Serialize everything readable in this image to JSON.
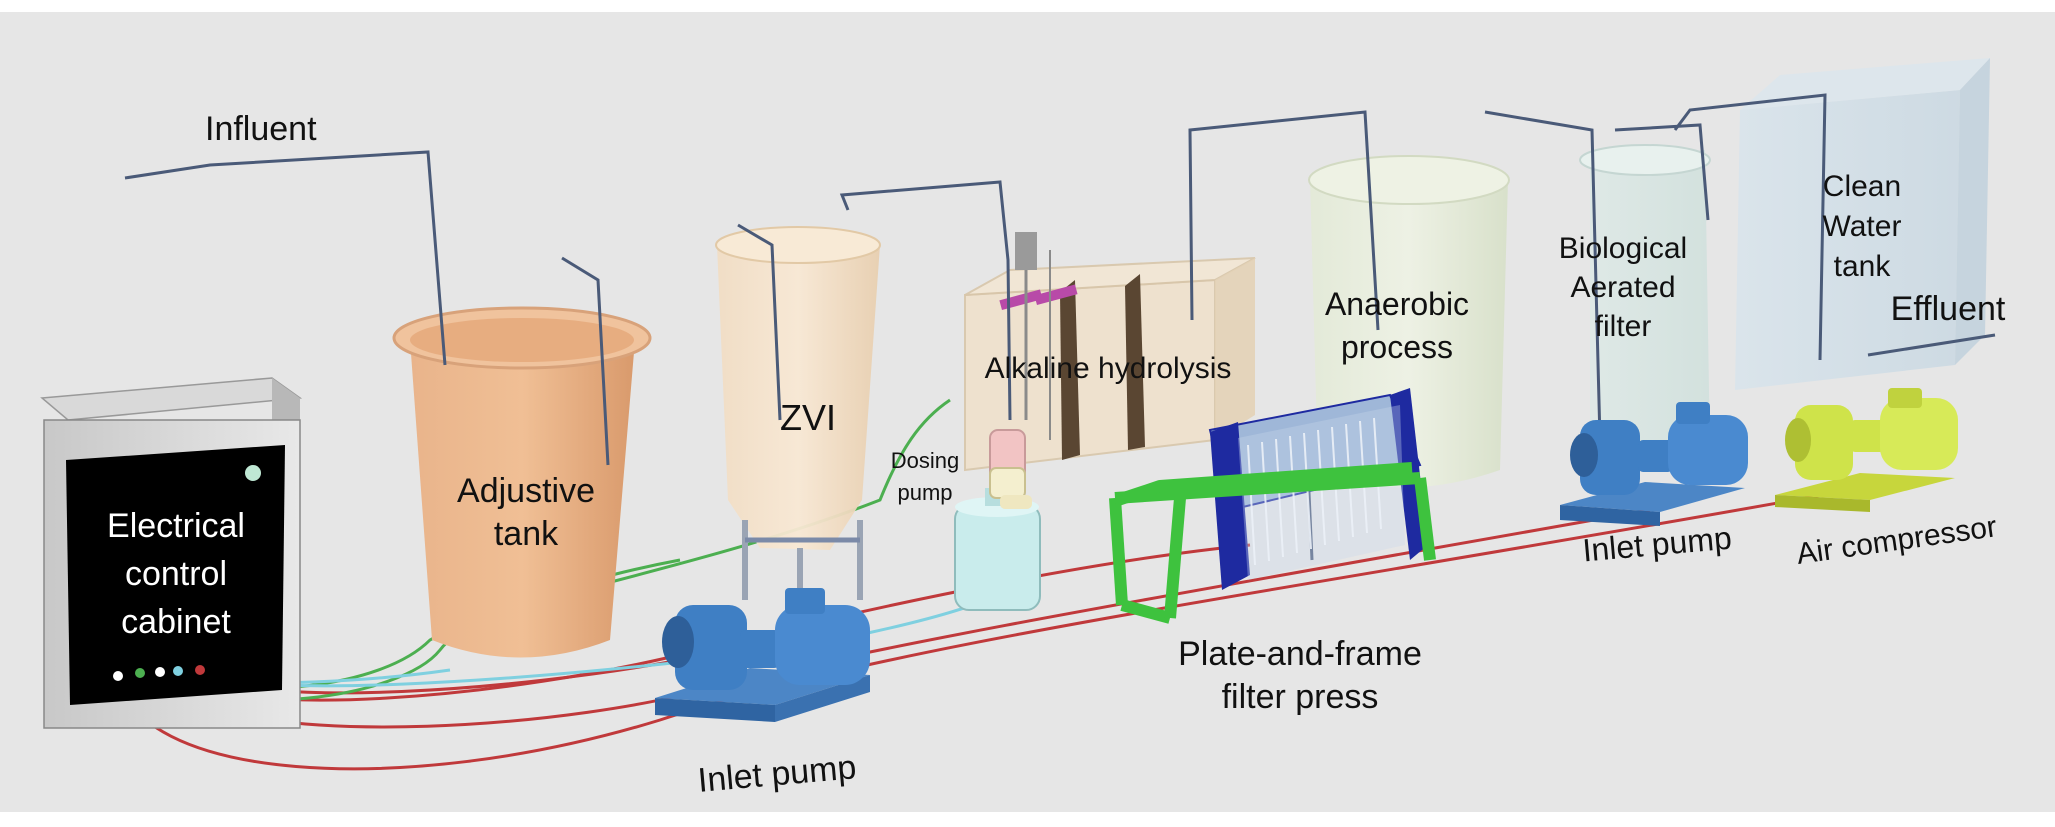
{
  "labels": {
    "influent": "Influent",
    "adjustive_tank_line1": "Adjustive",
    "adjustive_tank_line2": "tank",
    "zvi": "ZVI",
    "alkaline_hydrolysis": "Alkaline hydrolysis",
    "dosing_pump_line1": "Dosing",
    "dosing_pump_line2": "pump",
    "anaerobic_line1": "Anaerobic",
    "anaerobic_line2": "process",
    "baf_line1": "Biological",
    "baf_line2": "Aerated",
    "baf_line3": "filter",
    "clean_water_line1": "Clean",
    "clean_water_line2": "Water",
    "clean_water_line3": "tank",
    "effluent": "Effluent",
    "air_compressor": "Air compressor",
    "inlet_pump_1": "Inlet pump",
    "inlet_pump_2": "Inlet pump",
    "filter_press_line1": "Plate-and-frame",
    "filter_press_line2": "filter press",
    "cabinet_line1": "Electrical",
    "cabinet_line2": "control",
    "cabinet_line3": "cabinet"
  },
  "colors": {
    "background": "#e6e6e6",
    "adjustive_tank": "#e6a878",
    "zvi_tank": "#f3dcc0",
    "pump_blue": "#3f7fc4",
    "compressor_yellow": "#cfe34a",
    "filter_frame_green": "#3ec23e",
    "filter_plate_navy": "#1e2aa0",
    "wire_red": "#c0393b",
    "wire_green": "#4caf50",
    "wire_cyan": "#7fd0e0",
    "pipe": "#4a5a78",
    "cabinet_screen": "#000000"
  }
}
